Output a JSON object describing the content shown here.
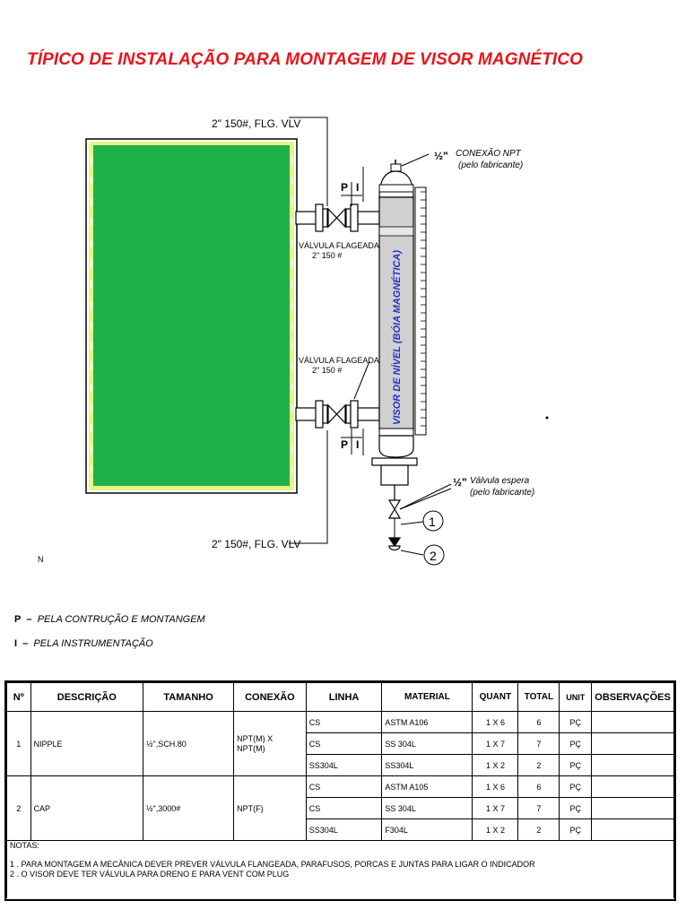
{
  "title": "TÍPICO DE INSTALAÇÃO PARA MONTAGEM DE VISOR MAGNÉTICO",
  "diagram": {
    "top_label": "2\" 150#, FLG. VLV",
    "bottom_label": "2\" 150#, FLG. VLV",
    "valve_top_label_1": "VÁLVULA FLAGEADA",
    "valve_top_label_2": "2\" 150 #",
    "valve_bottom_label_1": "VÁLVULA FLAGEADA",
    "valve_bottom_label_2": "2\" 150 #",
    "npt_half": "½\"",
    "npt_label": "CONEXÃO NPT",
    "npt_sub": "(pelo fabricante)",
    "valve_half": "½\"",
    "valve_label": "Válvula espera",
    "valve_sub": "(pelo fabricante)",
    "gauge_label": "VISOR DE NÍVEL (BÓIA MAGNÉTICA)",
    "p_top": "P",
    "i_top": "I",
    "p_bottom": "P",
    "i_bottom": "I",
    "callout_1": "1",
    "callout_2": "2",
    "stray_mark": "N",
    "colors": {
      "tank": "#21b14b",
      "tank_border": "#e8f58a",
      "title": "#e8141b",
      "gauge_text": "#2331c8"
    }
  },
  "legend": {
    "p_key": "P",
    "p_text": "PELA CONTRUÇÃO E MONTANGEM",
    "i_key": "I",
    "i_text": "PELA INSTRUMENTAÇÃO"
  },
  "bom": {
    "headers": [
      "Nº",
      "DESCRIÇÃO",
      "TAMANHO",
      "CONEXÃO",
      "LINHA",
      "MATERIAL",
      "QUANT",
      "TOTAL",
      "UNIT",
      "OBSERVAÇÕES"
    ],
    "items": [
      {
        "no": "1",
        "descricao": "NIPPLE",
        "tamanho": "½\",SCH.80",
        "conexao_1": "NPT(M)  X",
        "conexao_2": "NPT(M)",
        "rows": [
          {
            "linha": "CS",
            "material": "ASTM  A106",
            "quant": "1  X  6",
            "total": "6",
            "unit": "PÇ",
            "obs": ""
          },
          {
            "linha": "CS",
            "material": "SS  304L",
            "quant": "1  X  7",
            "total": "7",
            "unit": "PÇ",
            "obs": ""
          },
          {
            "linha": "SS304L",
            "material": "SS304L",
            "quant": "1  X  2",
            "total": "2",
            "unit": "PÇ",
            "obs": ""
          }
        ]
      },
      {
        "no": "2",
        "descricao": "CAP",
        "tamanho": "½\",3000#",
        "conexao_1": "NPT(F)",
        "conexao_2": "",
        "rows": [
          {
            "linha": "CS",
            "material": "ASTM  A105",
            "quant": "1  X  6",
            "total": "6",
            "unit": "PÇ",
            "obs": ""
          },
          {
            "linha": "CS",
            "material": "SS  304L",
            "quant": "1  X  7",
            "total": "7",
            "unit": "PÇ",
            "obs": ""
          },
          {
            "linha": "SS304L",
            "material": "F304L",
            "quant": "1  X  2",
            "total": "2",
            "unit": "PÇ",
            "obs": ""
          }
        ]
      }
    ],
    "notes_title": "NOTAS:",
    "notes": [
      "1 . PARA MONTAGEM A MECÂNICA DEVER PREVER VÁLVULA FLANGEADA, PARAFUSOS, PORCAS E JUNTAS PARA LIGAR O INDICADOR",
      "2 . O VISOR DEVE TER VÁLVULA PARA DRENO E PARA VENT COM PLUG"
    ]
  }
}
